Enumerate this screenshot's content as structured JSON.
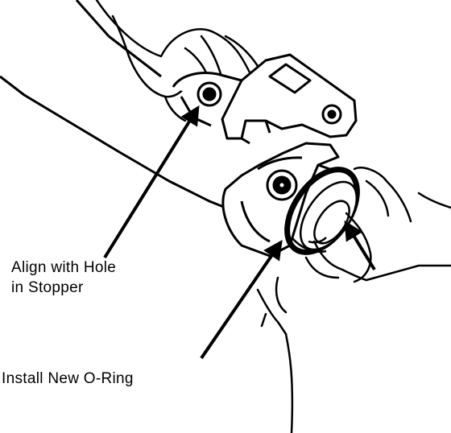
{
  "callouts": {
    "align_line1": "Align with Hole",
    "align_line2": "in Stopper",
    "oring": "Install New O-Ring"
  },
  "colors": {
    "ink": "#000000",
    "paper": "#ffffff"
  }
}
